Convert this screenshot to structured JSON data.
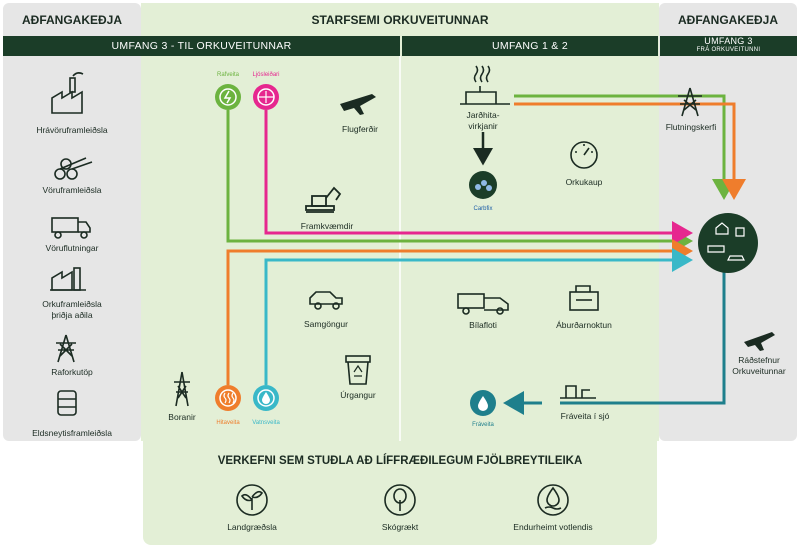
{
  "headers": {
    "left_title": "AÐFANGAKEÐJA",
    "center_title": "STARFSEMI ORKUVEITUNNAR",
    "right_title": "AÐFANGAKEÐJA",
    "band_scope3_to": "UMFANG 3  - TIL ORKUVEITUNNAR",
    "band_scope12": "UMFANG 1 & 2",
    "band_scope3_from_line1": "UMFANG 3",
    "band_scope3_from_line2": "FRÁ ORKUVEITUNNI"
  },
  "left_items": [
    "Hrávöruframleiðsla",
    "Vöruframleiðsla",
    "Vöruflutningar",
    "Orkuframleiðsla",
    "þriðja aðila",
    "Raforkutöp",
    "Eldsneytisframleiðsla"
  ],
  "scope3_items": {
    "rafveita": "Rafveita",
    "ljosleidari": "Ljósleiðari",
    "flugferdir": "Flugferðir",
    "framkvaemdir": "Framkvæmdir",
    "samgongur": "Samgöngur",
    "urgangur": "Úrgangur",
    "boranir": "Boranir",
    "hitaveita": "Hitaveita",
    "vatnsveita": "Vatnsveita"
  },
  "scope12_items": {
    "jardhiti_line1": "Jarðhita-",
    "jardhiti_line2": "virkjanir",
    "carbfix": "Carbfix",
    "orkukaup": "Orkukaup",
    "bilafloti": "Bílafloti",
    "aburdarnoktun": "Áburðarnoktun",
    "fraveita_sjo": "Fráveita í sjó",
    "fraveita": "Fráveita"
  },
  "right_items": {
    "flutningskerfi": "Flutningskerfi",
    "radstefnur_line1": "Ráðstefnur",
    "radstefnur_line2": "Orkuveitunnar"
  },
  "bottom": {
    "title": "VERKEFNI SEM STUÐLA AÐ LÍFFRÆÐILEGUM FJÖLBREYTILEIKA",
    "items": [
      "Landgræðsla",
      "Skógrækt",
      "Endurheimt votlendis"
    ]
  },
  "colors": {
    "dark_green": "#1b3d28",
    "light_green": "#e3efd6",
    "grey": "#e6e6e6",
    "green_line": "#6cb33f",
    "pink_line": "#e6278f",
    "orange_line": "#ef7d2c",
    "cyan_line": "#39b8c8",
    "teal_line": "#1e7f8c"
  },
  "icons": [
    "factory-icon",
    "logs-icon",
    "truck-icon",
    "power-plant-icon",
    "pylon-icon",
    "oil-barrel-icon",
    "airplane-icon",
    "excavator-icon",
    "car-icon",
    "recycle-bin-icon",
    "drill-rig-icon",
    "geothermal-icon",
    "co2-icon",
    "gauge-icon",
    "fleet-truck-icon",
    "fertilizer-icon",
    "sewage-icon",
    "water-drop-icon",
    "sprout-icon",
    "tree-icon",
    "wetland-icon"
  ]
}
